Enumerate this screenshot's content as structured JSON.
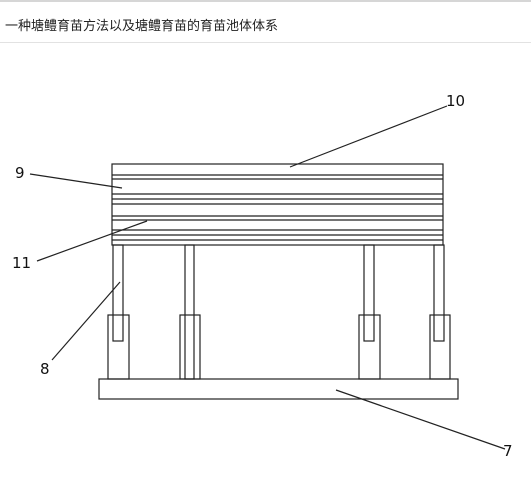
{
  "page": {
    "title": "一种塘鳢育苗方法以及塘鳢育苗的育苗池体体系"
  },
  "figure": {
    "labels": {
      "part_10": "10",
      "part_9": "9",
      "part_11": "11",
      "part_8": "8",
      "part_7": "7"
    }
  }
}
